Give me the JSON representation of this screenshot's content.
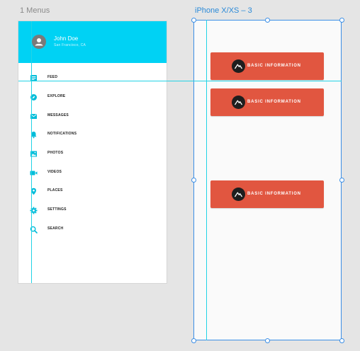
{
  "artboards": {
    "menus": {
      "label": "1 Menus"
    },
    "iphone": {
      "label": "iPhone X/XS – 3"
    }
  },
  "profile": {
    "name": "John Doe",
    "subtitle": "San Francisco, CA"
  },
  "menu": {
    "items": [
      {
        "label": "FEED",
        "icon": "feed-icon"
      },
      {
        "label": "EXPLORE",
        "icon": "compass-icon"
      },
      {
        "label": "MESSAGES",
        "icon": "mail-icon"
      },
      {
        "label": "NOTIFICATIONS",
        "icon": "bell-icon"
      },
      {
        "label": "PHOTOS",
        "icon": "image-icon"
      },
      {
        "label": "VIDEOS",
        "icon": "video-icon"
      },
      {
        "label": "PLACES",
        "icon": "map-pin-icon"
      },
      {
        "label": "SETTINGS",
        "icon": "gear-icon"
      },
      {
        "label": "SEARCH",
        "icon": "search-icon"
      }
    ]
  },
  "buttons": [
    {
      "label": "BASIC INFORMATION"
    },
    {
      "label": "BASIC INFORMATION"
    },
    {
      "label": "BASIC INFORMATION"
    }
  ],
  "colors": {
    "header": "#00d2f4",
    "button": "#e15640",
    "guide": "#22d3e6",
    "selection": "#3c8fe6"
  }
}
